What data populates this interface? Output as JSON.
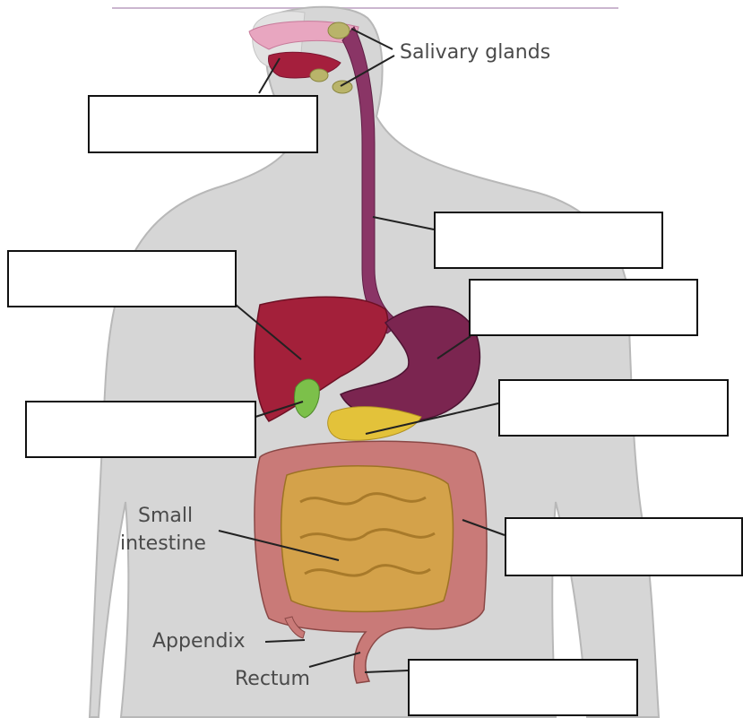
{
  "labels": {
    "salivary_glands": "Salivary glands",
    "small_intestine_line1": "Small",
    "small_intestine_line2": "intestine",
    "appendix": "Appendix",
    "rectum": "Rectum"
  },
  "blank_boxes": [
    "",
    "",
    "",
    "",
    "",
    "",
    "",
    ""
  ],
  "colors": {
    "body": "#d9d9d9",
    "body_outline": "#bdbdbd",
    "liver": "#a3203a",
    "stomach": "#7b2550",
    "esophagus": "#8a3566",
    "pancreas": "#e3c23a",
    "gallbladder": "#7cc04a",
    "large_intestine": "#c97a78",
    "small_intestine": "#d4a24a",
    "salivary": "#b9b46a",
    "mouth": "#e8a6c0"
  }
}
